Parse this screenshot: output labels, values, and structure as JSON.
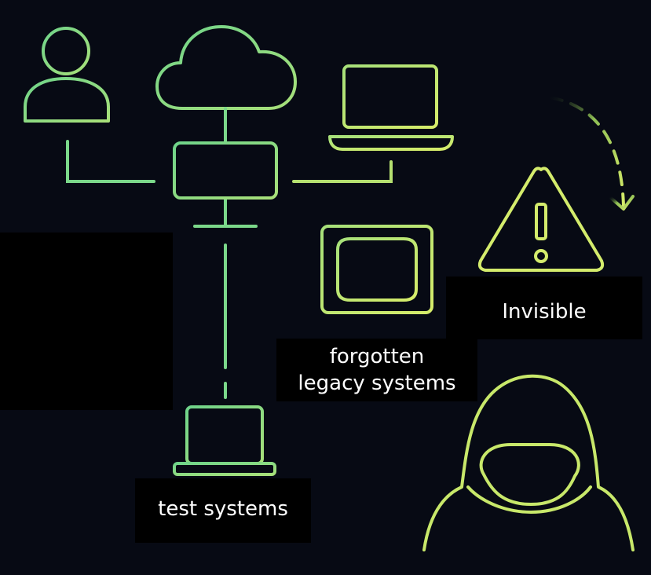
{
  "labels": {
    "test_systems": "test systems",
    "legacy_line1": "forgotten",
    "legacy_line2": "legacy systems",
    "invisible": "Invisible"
  },
  "colors": {
    "background": "#070a14",
    "green": "#7bd88a",
    "lime": "#c8e86a",
    "label_bg": "#000000",
    "label_text": "#ffffff"
  },
  "icons": [
    "user-icon",
    "cloud-icon",
    "server-icon",
    "laptop-icon",
    "monitor-icon",
    "warning-icon",
    "hooded-attacker-icon",
    "dashed-arrow-icon"
  ]
}
